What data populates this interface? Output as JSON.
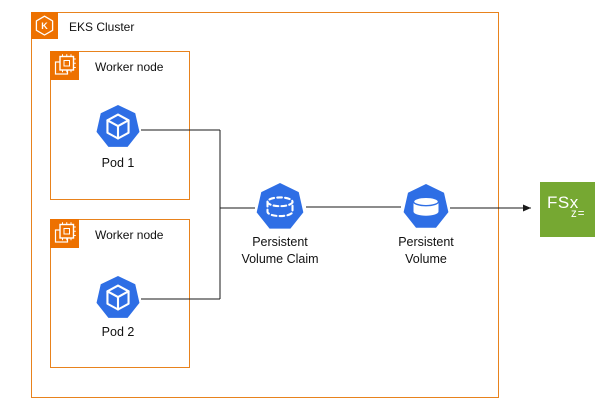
{
  "diagram": {
    "cluster": {
      "label": "EKS Cluster",
      "icon_letter": "K",
      "worker_nodes": [
        {
          "label": "Worker node",
          "pod": {
            "label": "Pod 1"
          }
        },
        {
          "label": "Worker node",
          "pod": {
            "label": "Pod 2"
          }
        }
      ]
    },
    "pvc": {
      "label": "Persistent\nVolume Claim"
    },
    "pv": {
      "label": "Persistent\nVolume"
    },
    "fsx": {
      "label": "FSx",
      "sublabel": "z="
    },
    "icons": {
      "eks-cluster-icon": "orange square with white hexagon and K",
      "compute-chip-icon": "orange square with white chip glyph",
      "pod-icon": "blue heptagon with white cube",
      "pvc-icon": "blue heptagon with dashed white cylinder",
      "pv-icon": "blue heptagon with solid white cylinder",
      "fsx-icon": "green square with FSx z= glyph"
    },
    "colors": {
      "orange": "#ED7100",
      "kubernetes_blue": "#2E6EE5",
      "fsx_green": "#76A832",
      "connector": "#1a1a1a"
    }
  }
}
